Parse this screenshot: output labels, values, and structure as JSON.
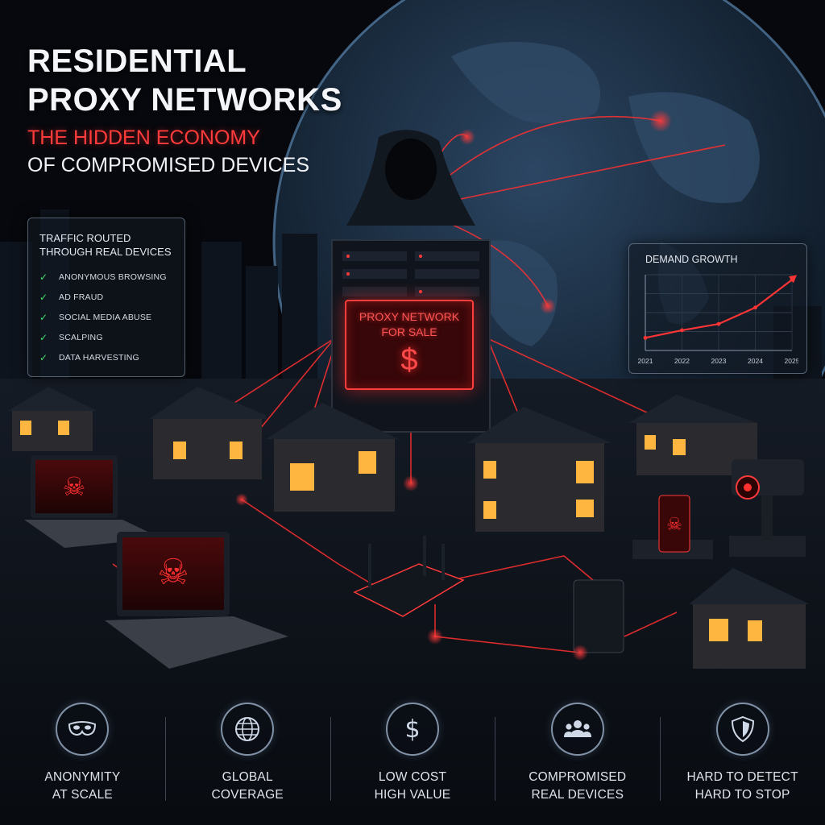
{
  "header": {
    "title_line1": "RESIDENTIAL",
    "title_line2": "PROXY NETWORKS",
    "subtitle_red": "THE HIDDEN ECONOMY",
    "subtitle_white": "OF COMPROMISED DEVICES"
  },
  "traffic_panel": {
    "heading_line1": "TRAFFIC ROUTED",
    "heading_line2": "THROUGH REAL DEVICES",
    "items": [
      "ANONYMOUS BROWSING",
      "AD FRAUD",
      "SOCIAL MEDIA ABUSE",
      "SCALPING",
      "DATA HARVESTING"
    ],
    "check_icon": "check-icon"
  },
  "sale_sign": {
    "line1": "PROXY NETWORK",
    "line2": "FOR SALE",
    "symbol": "$"
  },
  "chart_data": {
    "type": "line",
    "title": "DEMAND GROWTH",
    "categories": [
      "2021",
      "2022",
      "2023",
      "2024",
      "2025"
    ],
    "series": [
      {
        "values": [
          1.0,
          1.6,
          2.1,
          3.4,
          5.6
        ]
      }
    ],
    "ylim": [
      0,
      6
    ],
    "grid": true,
    "line_color": "#ff3434"
  },
  "features": [
    {
      "icon": "mask-icon",
      "line1": "ANONYMITY",
      "line2": "AT SCALE"
    },
    {
      "icon": "globe-icon",
      "line1": "GLOBAL",
      "line2": "COVERAGE"
    },
    {
      "icon": "dollar-icon",
      "line1": "LOW COST",
      "line2": "HIGH VALUE"
    },
    {
      "icon": "users-icon",
      "line1": "COMPROMISED",
      "line2": "REAL DEVICES"
    },
    {
      "icon": "shield-icon",
      "line1": "HARD TO DETECT",
      "line2": "HARD TO STOP"
    }
  ],
  "colors": {
    "accent_red": "#ff3b3b",
    "check_green": "#3fe06a",
    "background": "#06080d"
  }
}
